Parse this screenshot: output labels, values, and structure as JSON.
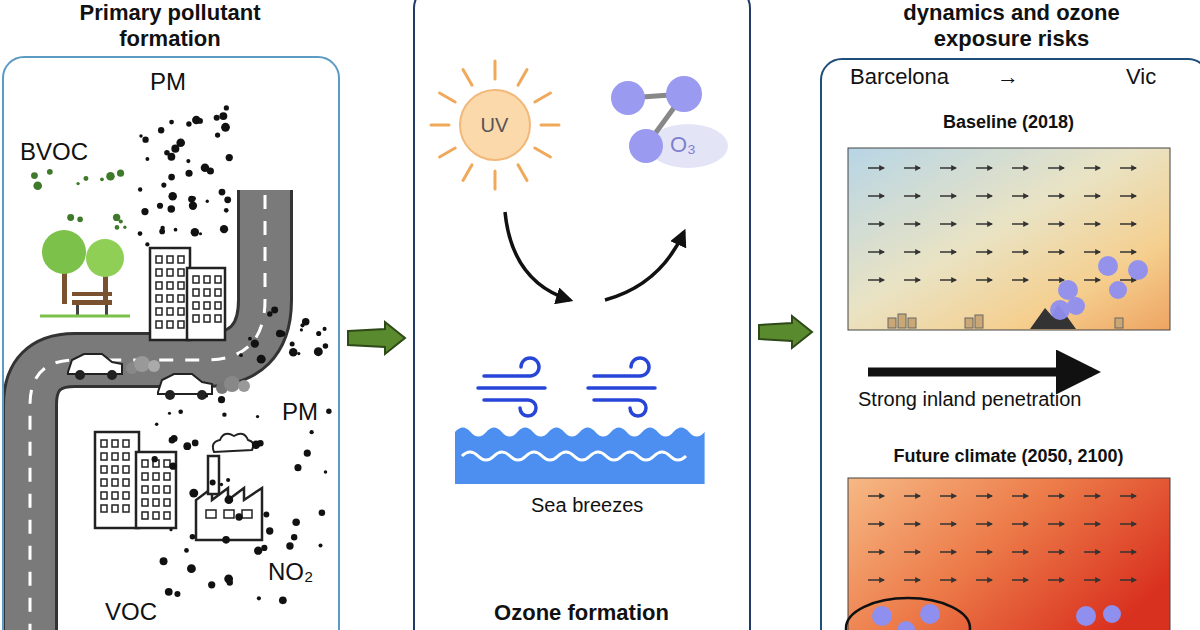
{
  "diagram": {
    "nodes": [
      {
        "text": [
          "Primary pollutant formation"
        ]
      },
      {
        "text": [
          "Ozone formation"
        ]
      },
      {
        "text": [
          "UV"
        ],
        "in": 1
      },
      {
        "text": [
          "dynamics and ozone exposure risks"
        ]
      },
      {
        "text": [
          "Baseline (2018)"
        ],
        "in": 3
      },
      {
        "text": [
          "Future climate (2050, 2100)"
        ],
        "in": 3
      }
    ],
    "edges": [
      {
        "from": 0,
        "to": 1,
        "arrow": "to"
      },
      {
        "from": 1,
        "to": 3,
        "arrow": "to"
      }
    ],
    "labels": [
      "BVOC",
      "PM",
      "PM",
      "NO₂",
      "VOC",
      "O₃",
      "Sea breezes",
      "Barcelona",
      "→",
      "Vic",
      "Strong inland penetration"
    ]
  }
}
